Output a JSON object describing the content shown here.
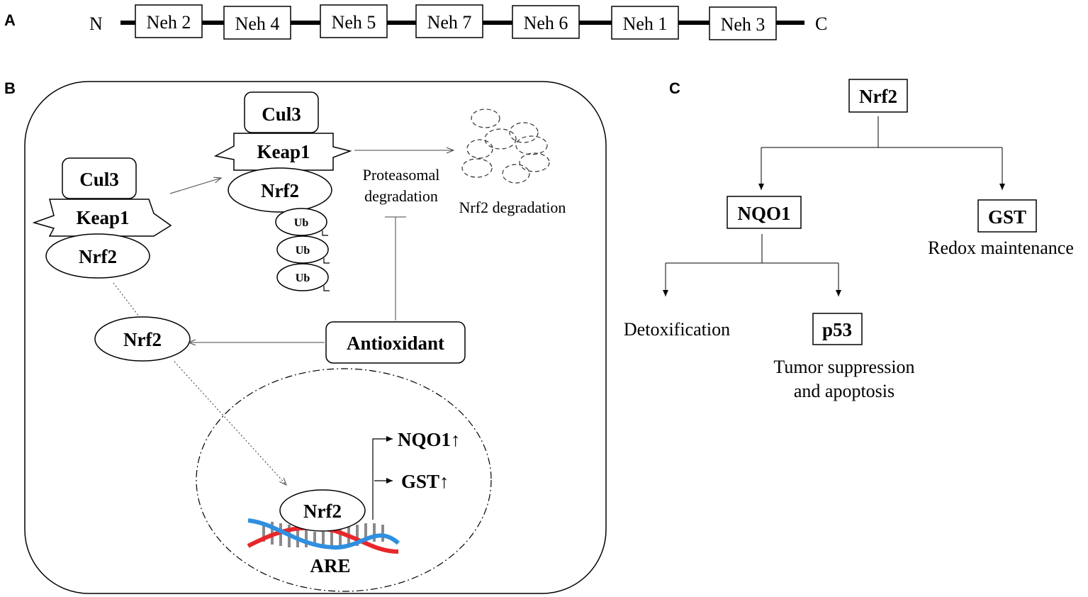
{
  "panel_labels": {
    "a": "A",
    "b": "B",
    "c": "C"
  },
  "panel_a": {
    "n_term": "N",
    "c_term": "C",
    "domains": [
      "Neh 2",
      "Neh 4",
      "Neh 5",
      "Neh 7",
      "Neh 6",
      "Neh 1",
      "Neh 3"
    ]
  },
  "panel_b": {
    "left_complex": {
      "cul3": "Cul3",
      "keap1": "Keap1",
      "nrf2": "Nrf2"
    },
    "top_complex": {
      "cul3": "Cul3",
      "keap1": "Keap1",
      "nrf2": "Nrf2",
      "ub": [
        "Ub",
        "Ub",
        "Ub"
      ]
    },
    "proteasomal_line1": "Proteasomal",
    "proteasomal_line2": "degradation",
    "nrf2_degradation": "Nrf2 degradation",
    "free_nrf2": "Nrf2",
    "antioxidant": "Antioxidant",
    "nucleus_nrf2": "Nrf2",
    "are": "ARE",
    "target_nqo1": "NQO1↑",
    "target_gst": "GST↑",
    "colors": {
      "dna_red": "#e8262b",
      "dna_blue": "#2f8fe0",
      "dna_rung": "#8a8a8a"
    }
  },
  "panel_c": {
    "root": "Nrf2",
    "nqo1": "NQO1",
    "gst": "GST",
    "gst_caption": "Redox maintenance",
    "detox": "Detoxification",
    "p53": "p53",
    "p53_caption_line1": "Tumor suppression",
    "p53_caption_line2": "and apoptosis"
  }
}
